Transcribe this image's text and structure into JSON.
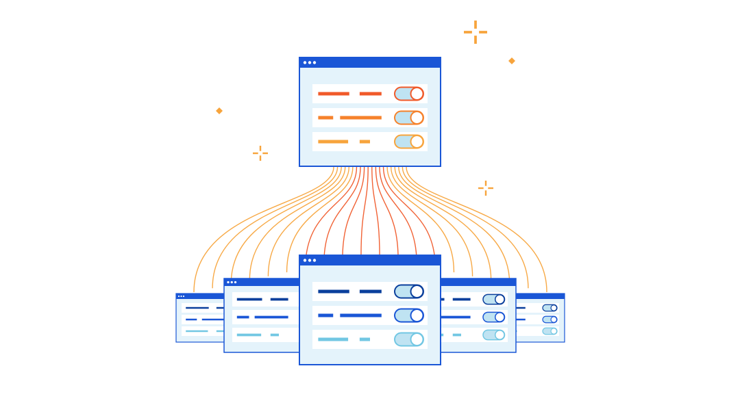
{
  "colors": {
    "window_frame": "#1a56d6",
    "window_fill": "#e4f3fb",
    "row_fill": "#ffffff",
    "title_dot": "#ffffff",
    "line_dark": "#f05a2a",
    "line_light": "#f7a43c",
    "sparkle": "#f7a43c",
    "orange_1": "#f05a2a",
    "orange_2": "#f6822b",
    "orange_3": "#f7a43c",
    "blue_1": "#0a3f9c",
    "blue_2": "#1a56d6",
    "blue_3": "#72c7e3",
    "toggle_fill": "#bfe3f2"
  },
  "source_window": {
    "icon": "browser-window-icon",
    "rows": [
      {
        "color": "orange_1",
        "toggle_on": true
      },
      {
        "color": "orange_2",
        "toggle_on": true
      },
      {
        "color": "orange_3",
        "toggle_on": true
      }
    ]
  },
  "target_windows": [
    {
      "icon": "browser-window-icon",
      "rows": [
        {
          "color": "blue_1"
        },
        {
          "color": "blue_2"
        },
        {
          "color": "blue_3"
        }
      ]
    },
    {
      "icon": "browser-window-icon",
      "rows": [
        {
          "color": "blue_1"
        },
        {
          "color": "blue_2"
        },
        {
          "color": "blue_3"
        }
      ]
    },
    {
      "icon": "browser-window-icon",
      "rows": [
        {
          "color": "blue_1"
        },
        {
          "color": "blue_2"
        },
        {
          "color": "blue_3"
        }
      ]
    },
    {
      "icon": "browser-window-icon",
      "rows": [
        {
          "color": "blue_1"
        },
        {
          "color": "blue_2"
        },
        {
          "color": "blue_3"
        }
      ]
    },
    {
      "icon": "browser-window-icon",
      "rows": [
        {
          "color": "blue_1"
        },
        {
          "color": "blue_2"
        },
        {
          "color": "blue_3"
        }
      ]
    }
  ],
  "connector_lines": {
    "count": 20
  },
  "sparkles": [
    {
      "icon": "sparkle-plus-icon"
    },
    {
      "icon": "sparkle-diamond-icon"
    },
    {
      "icon": "sparkle-diamond-icon"
    },
    {
      "icon": "sparkle-plus-icon"
    },
    {
      "icon": "sparkle-plus-icon"
    }
  ]
}
